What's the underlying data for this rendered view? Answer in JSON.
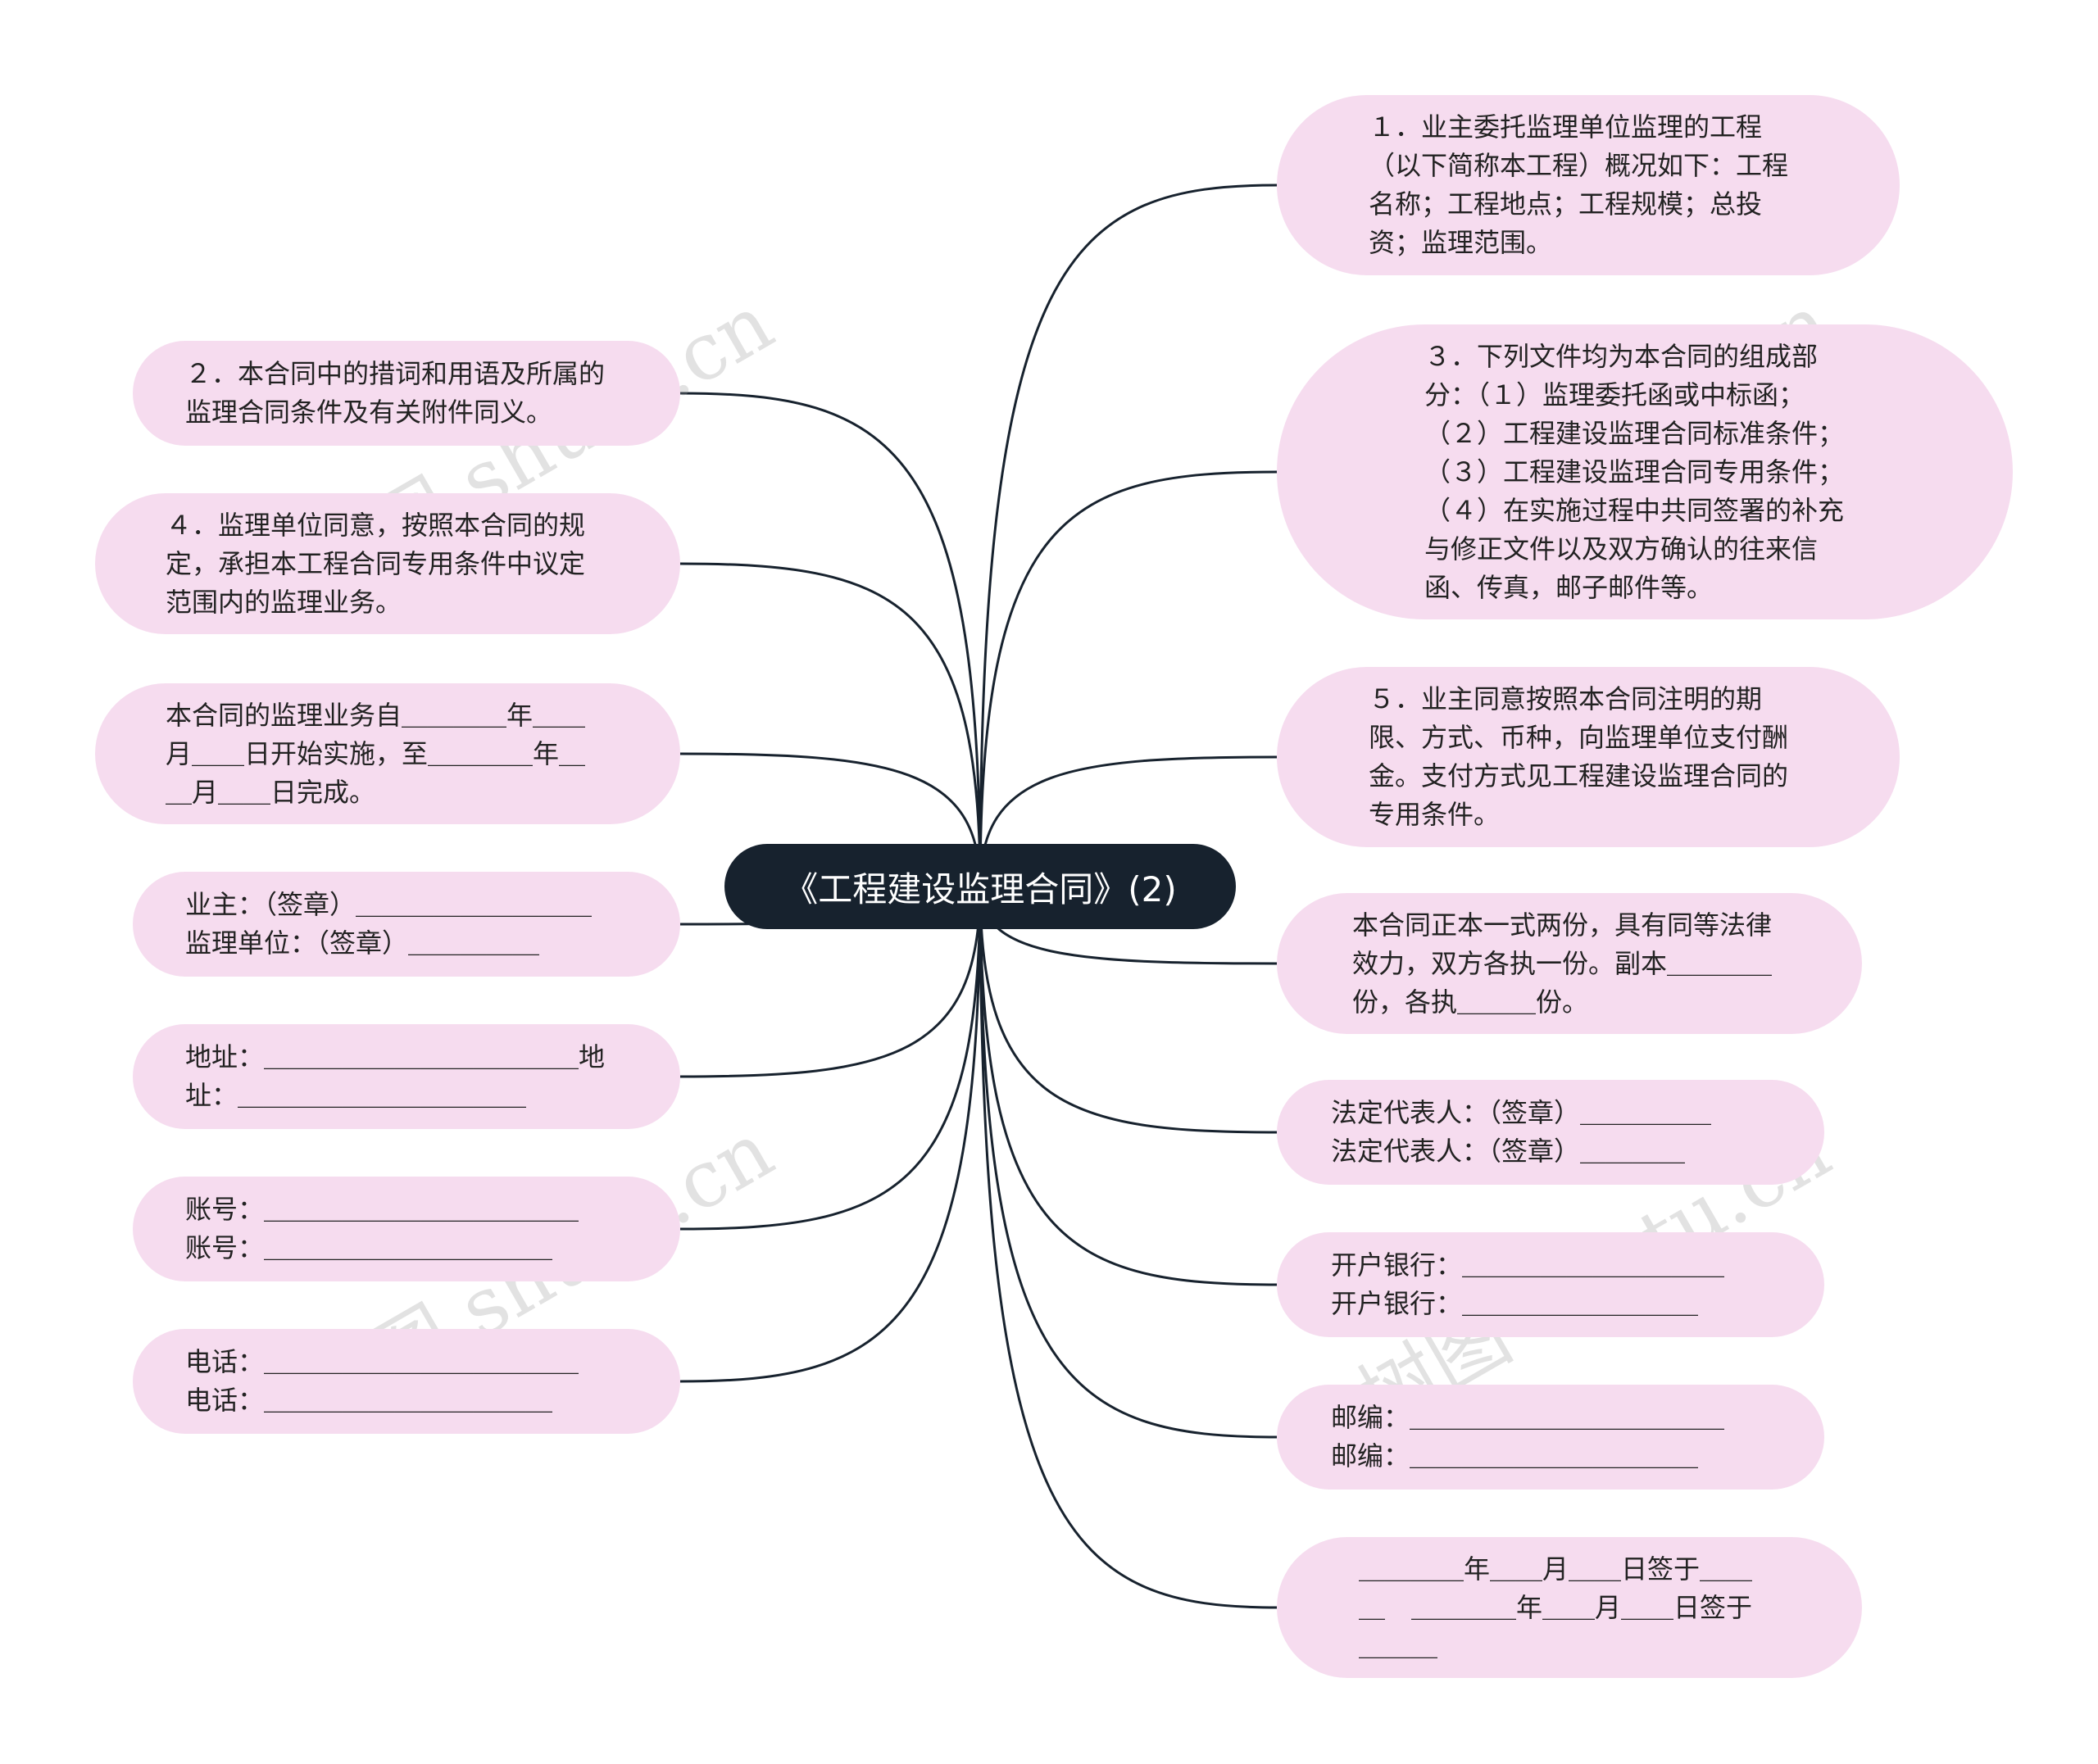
{
  "root": {
    "label": "《工程建设监理合同》(2)"
  },
  "colors": {
    "node_fill": "#f6dcef",
    "root_fill": "#17222e",
    "link": "#17222e"
  },
  "right_nodes": [
    {
      "text": "１．业主委托监理单位监理的工程（以下简称本工程）概况如下：工程名称；工程地点；工程规模；总投资；监理范围。"
    },
    {
      "text": "３．下列文件均为本合同的组成部分：（１）监理委托函或中标函；（２）工程建设监理合同标准条件；（３）工程建设监理合同专用条件；（４）在实施过程中共同签署的补充与修正文件以及双方确认的往来信函、传真，邮子邮件等。"
    },
    {
      "text": "５．业主同意按照本合同注明的期限、方式、币种，向监理单位支付酬金。支付方式见工程建设监理合同的专用条件。"
    },
    {
      "text": "本合同正本一式两份，具有同等法律效力，双方各执一份。副本＿＿＿＿份，各执＿＿＿份。"
    },
    {
      "text": "法定代表人：（签章）＿＿＿＿＿\n法定代表人：（签章）＿＿＿＿"
    },
    {
      "text": "开户银行：＿＿＿＿＿＿＿＿＿＿\n开户银行：＿＿＿＿＿＿＿＿＿"
    },
    {
      "text": "邮编：＿＿＿＿＿＿＿＿＿＿＿＿\n邮编：＿＿＿＿＿＿＿＿＿＿＿"
    },
    {
      "text": "＿＿＿＿年＿＿月＿＿日签于＿＿＿　＿＿＿＿年＿＿月＿＿日签于＿＿＿"
    }
  ],
  "left_nodes": [
    {
      "text": "２．本合同中的措词和用语及所属的监理合同条件及有关附件同义。"
    },
    {
      "text": "４．监理单位同意，按照本合同的规定，承担本工程合同专用条件中议定范围内的监理业务。"
    },
    {
      "text": "本合同的监理业务自＿＿＿＿年＿＿月＿＿日开始实施，至＿＿＿＿年＿＿月＿＿日完成。"
    },
    {
      "text": "业主：（签章）＿＿＿＿＿＿＿＿＿\n监理单位：（签章）＿＿＿＿＿"
    },
    {
      "text": "地址：＿＿＿＿＿＿＿＿＿＿＿＿地址：＿＿＿＿＿＿＿＿＿＿＿"
    },
    {
      "text": "账号：＿＿＿＿＿＿＿＿＿＿＿＿\n账号：＿＿＿＿＿＿＿＿＿＿＿"
    },
    {
      "text": "电话：＿＿＿＿＿＿＿＿＿＿＿＿\n电话：＿＿＿＿＿＿＿＿＿＿＿"
    }
  ],
  "watermark": {
    "text": "树图 shutu.cn"
  }
}
